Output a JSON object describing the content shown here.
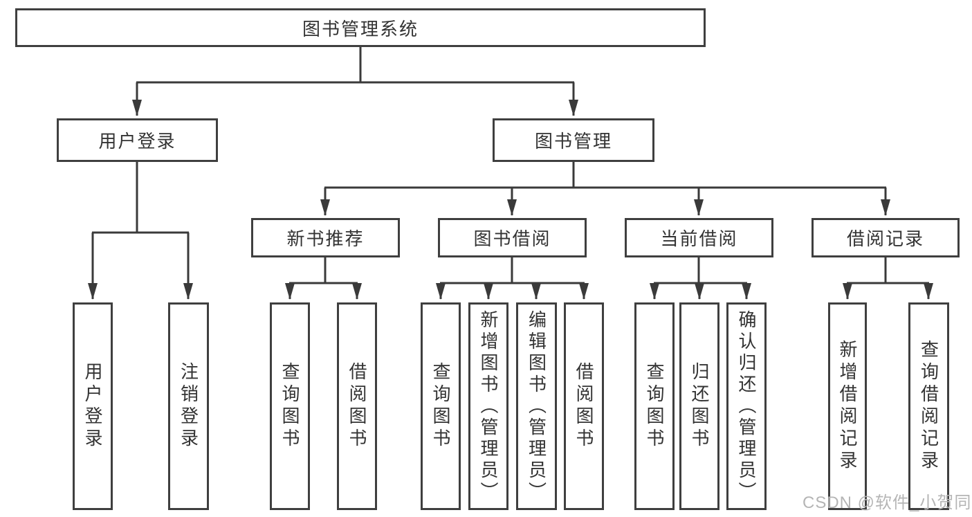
{
  "watermark": "CSDN @软件_小贺同学",
  "colors": {
    "line": "#3a3a3a",
    "box_border": "#3f3f3f",
    "text": "#333333",
    "watermark": "#b5b5b5"
  },
  "tree": {
    "label": "图书管理系统",
    "children": [
      {
        "label": "用户登录",
        "children": [
          {
            "label": "用户登录"
          },
          {
            "label": "注销登录"
          }
        ]
      },
      {
        "label": "图书管理",
        "children": [
          {
            "label": "新书推荐",
            "children": [
              {
                "label": "查询图书"
              },
              {
                "label": "借阅图书"
              }
            ]
          },
          {
            "label": "图书借阅",
            "children": [
              {
                "label": "查询图书"
              },
              {
                "label": "新增图书（管理员）"
              },
              {
                "label": "编辑图书（管理员）"
              },
              {
                "label": "借阅图书"
              }
            ]
          },
          {
            "label": "当前借阅",
            "children": [
              {
                "label": "查询图书"
              },
              {
                "label": "归还图书"
              },
              {
                "label": "确认归还（管理员）"
              }
            ]
          },
          {
            "label": "借阅记录",
            "children": [
              {
                "label": "新增借阅记录"
              },
              {
                "label": "查询借阅记录"
              }
            ]
          }
        ]
      }
    ]
  }
}
